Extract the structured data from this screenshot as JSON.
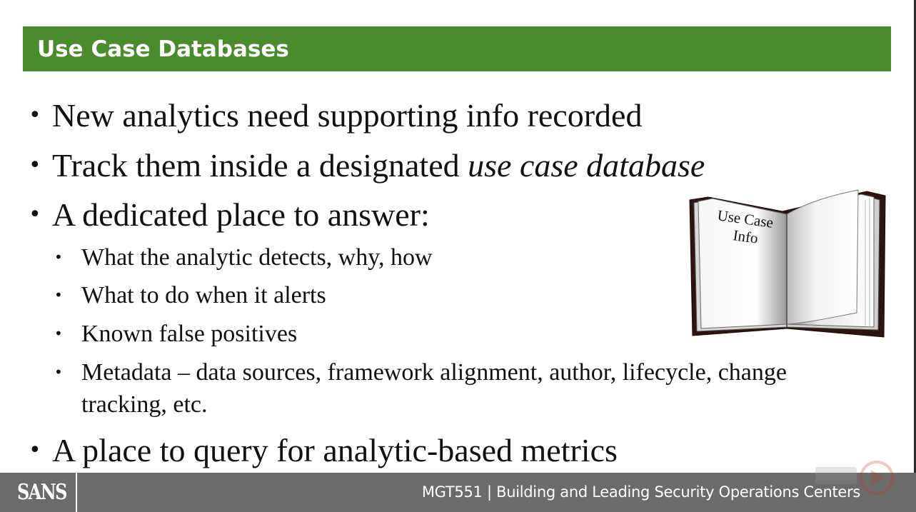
{
  "title": "Use Case Databases",
  "bullets": {
    "b1": "New analytics need supporting info recorded",
    "b2_prefix": "Track them inside a designated ",
    "b2_italic": "use case database",
    "b3": "A dedicated place to answer:",
    "sub": [
      "What the analytic detects, why, how",
      "What to do when it alerts",
      "Known false positives",
      "Metadata – data sources, framework alignment, author, lifecycle, change tracking, etc."
    ],
    "b4": "A place to query for analytic-based metrics"
  },
  "book": {
    "line1": "Use Case",
    "line2": "Info"
  },
  "footer": {
    "logo": "SANS",
    "course": "MGT551 | Building and Leading Security Operations Centers"
  },
  "bullet_glyph": "•",
  "colors": {
    "title_bar": "#4a8b2c",
    "footer": "#6b6b6b"
  }
}
